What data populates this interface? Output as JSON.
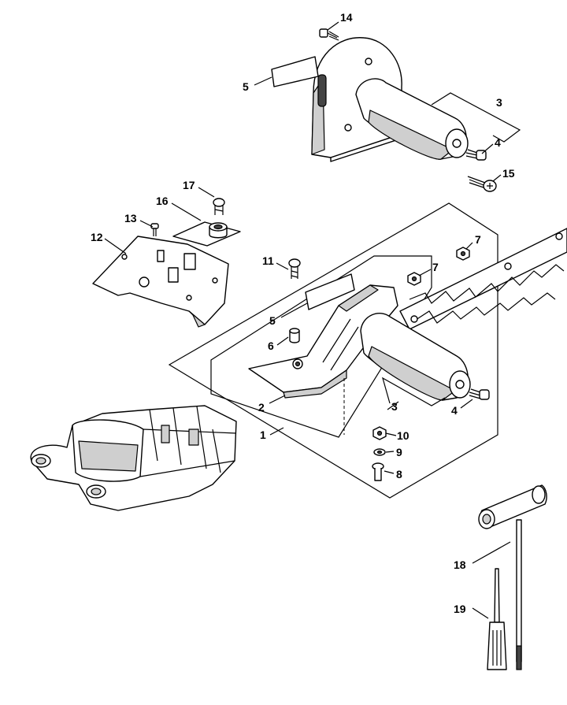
{
  "colors": {
    "line": "#000000",
    "background": "#ffffff",
    "shade": "#cfcfcf"
  },
  "callouts": {
    "c1": "1",
    "c2": "2",
    "c3_top": "3",
    "c3_mid": "3",
    "c4_top": "4",
    "c4_mid": "4",
    "c5_top": "5",
    "c5_mid": "5",
    "c6": "6",
    "c7_a": "7",
    "c7_b": "7",
    "c8": "8",
    "c9": "9",
    "c10": "10",
    "c11": "11",
    "c12": "12",
    "c13": "13",
    "c14": "14",
    "c15": "15",
    "c16": "16",
    "c17": "17",
    "c18": "18",
    "c19": "19"
  }
}
